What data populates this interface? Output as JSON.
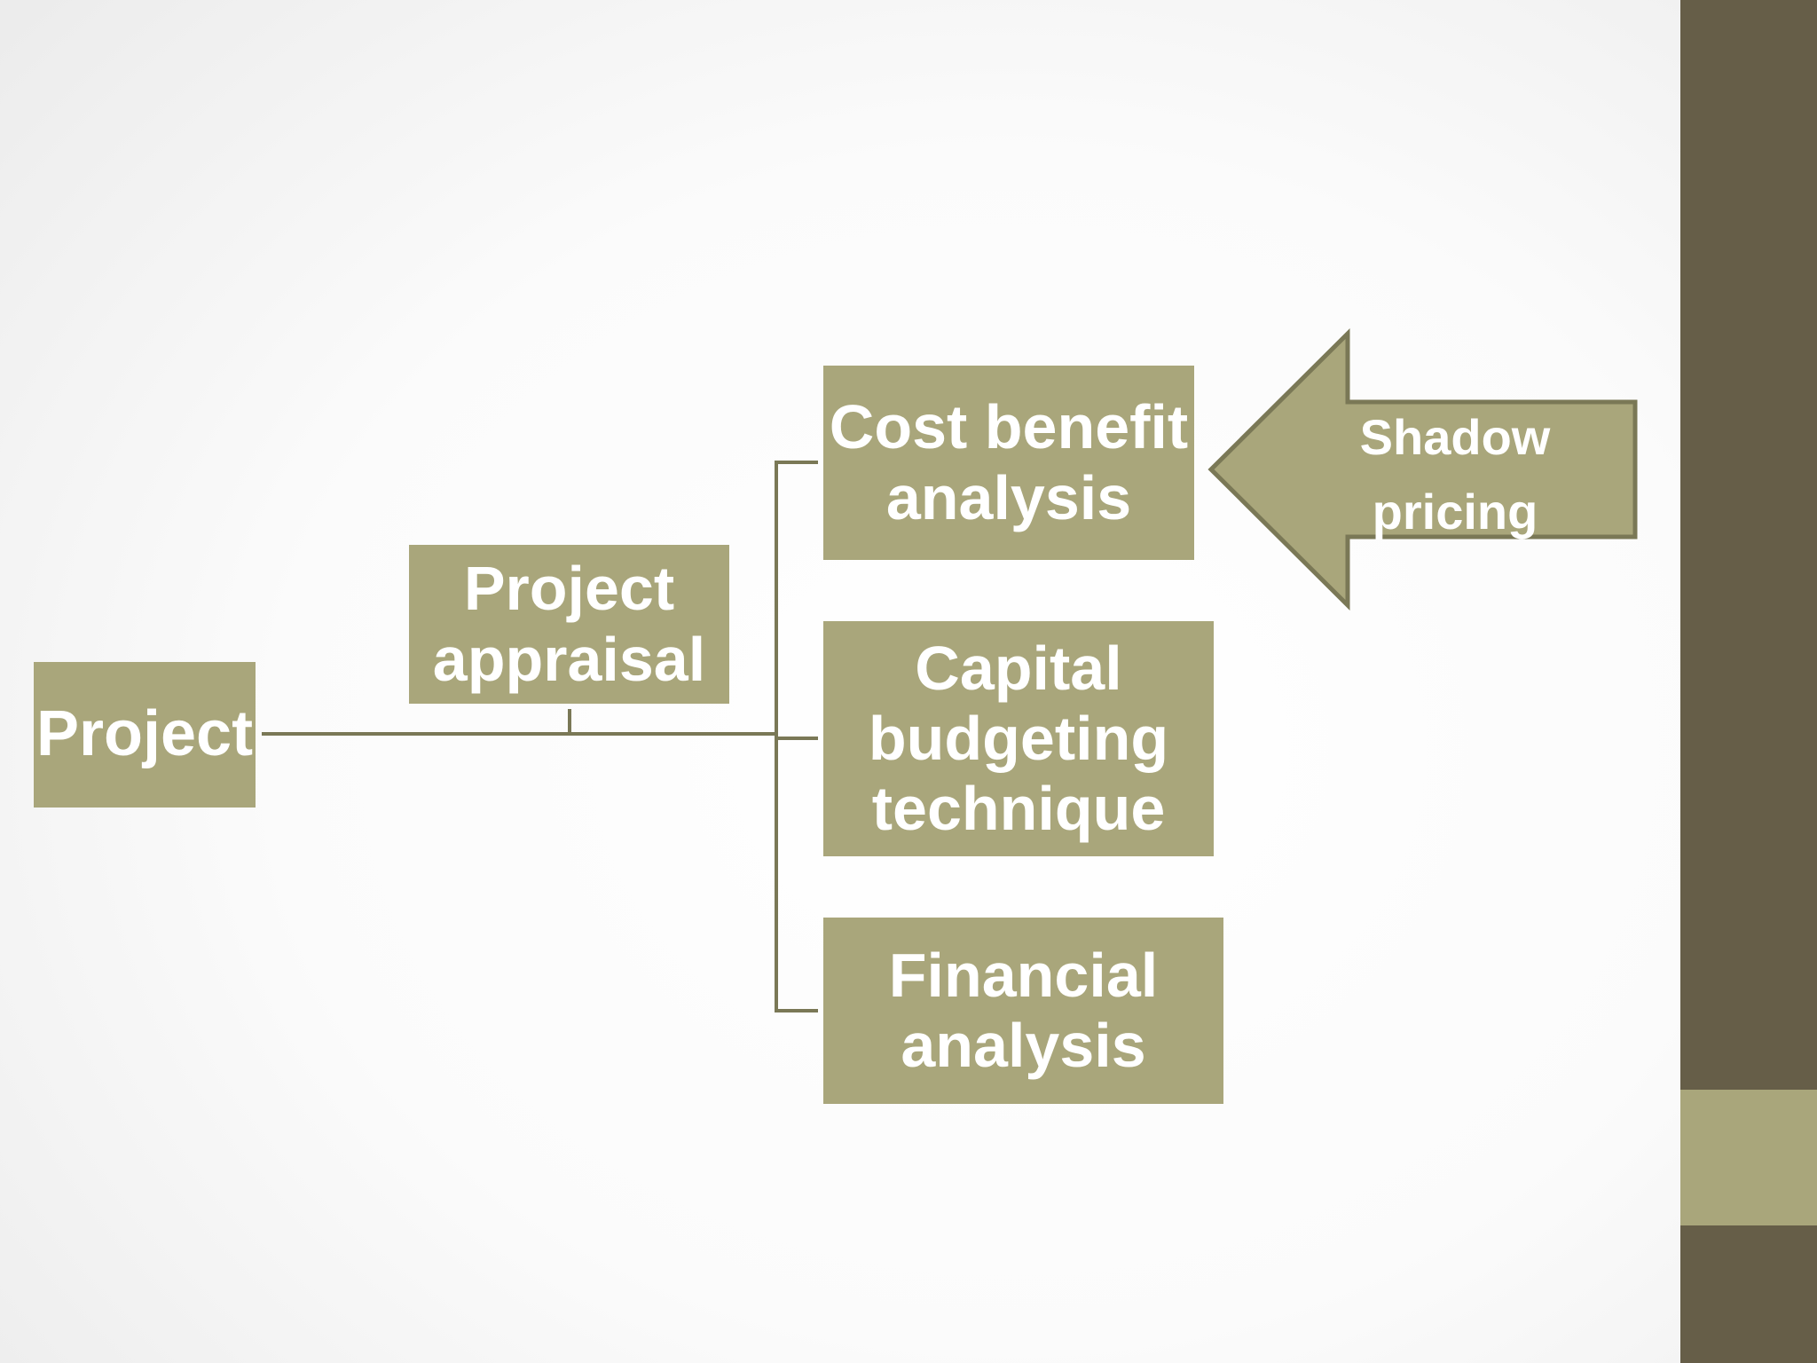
{
  "diagram": {
    "nodes": {
      "project": "Project",
      "appraisal": "Project\nappraisal",
      "cost_benefit": "Cost benefit\nanalysis",
      "capital_budgeting": "Capital\nbudgeting\ntechnique",
      "financial": "Financial\nanalysis"
    },
    "arrow": {
      "label": "Shadow\npricing"
    }
  },
  "colors": {
    "box_fill": "#a9a67b",
    "connector": "#7a7856",
    "sidebar_dark": "#665e48",
    "sidebar_light": "#a9a67b",
    "text": "#ffffff"
  }
}
